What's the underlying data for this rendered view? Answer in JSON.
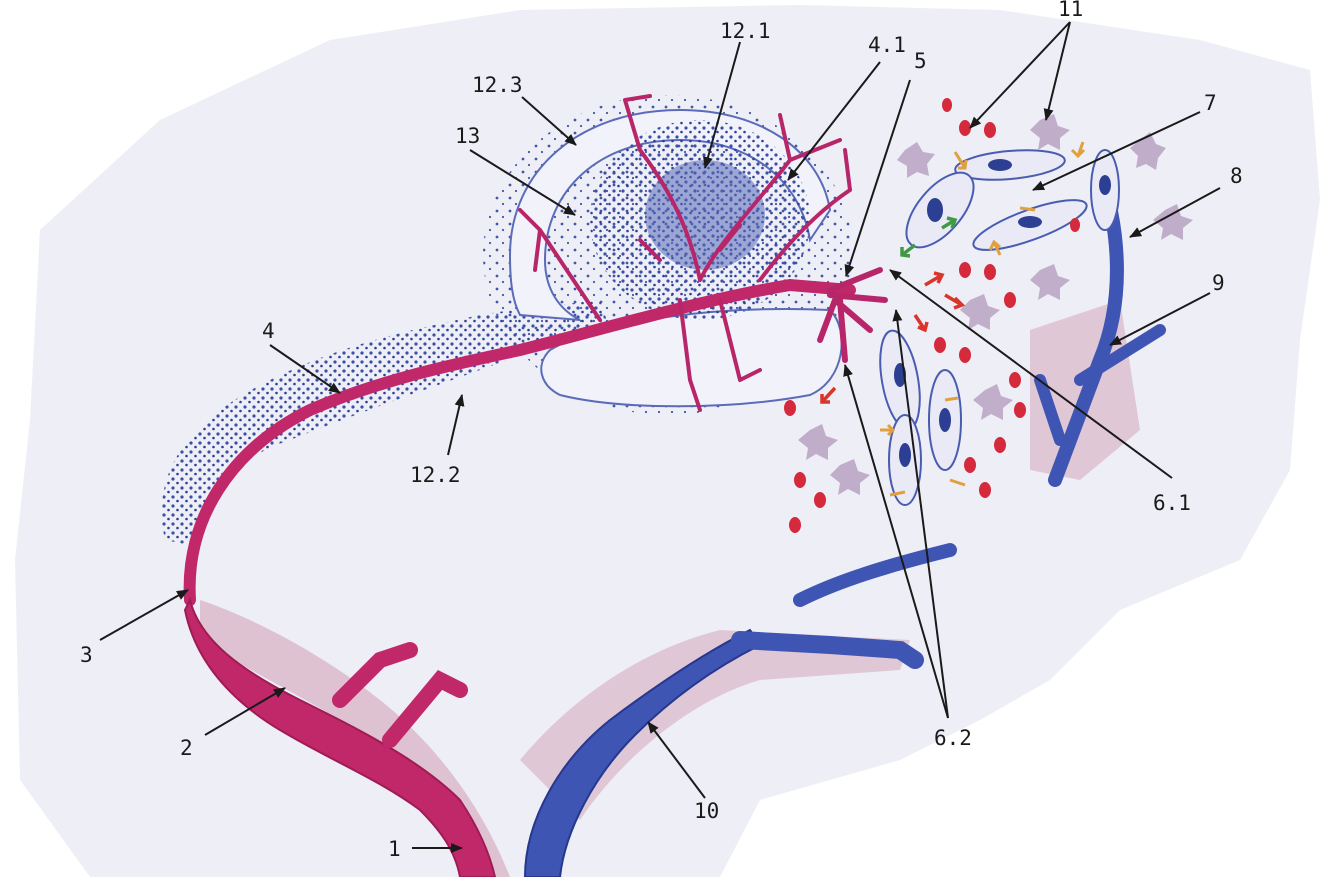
{
  "colors": {
    "background": "#ffffff",
    "paper": "#eeeef6",
    "artery": "#c0286a",
    "artery_dark": "#a01b55",
    "vein": "#3f55b4",
    "vein_dark": "#25388e",
    "shadow": "#d9b6c8",
    "lymphoid_dots": "#3a4fa6",
    "white_pulp": "#4a5cb0",
    "red_cell": "#d42a3c",
    "arrow_orange": "#e0a040",
    "arrow_red": "#d9352a",
    "arrow_green": "#3f9a45",
    "leader": "#1a1a1a"
  },
  "labels": {
    "l1": "1",
    "l2": "2",
    "l3": "3",
    "l4": "4",
    "l4_1": "4.1",
    "l5": "5",
    "l6_1": "6.1",
    "l6_2": "6.2",
    "l7": "7",
    "l8": "8",
    "l9": "9",
    "l10": "10",
    "l11": "11",
    "l12_1": "12.1",
    "l12_2": "12.2",
    "l12_3": "12.3",
    "l13": "13"
  }
}
